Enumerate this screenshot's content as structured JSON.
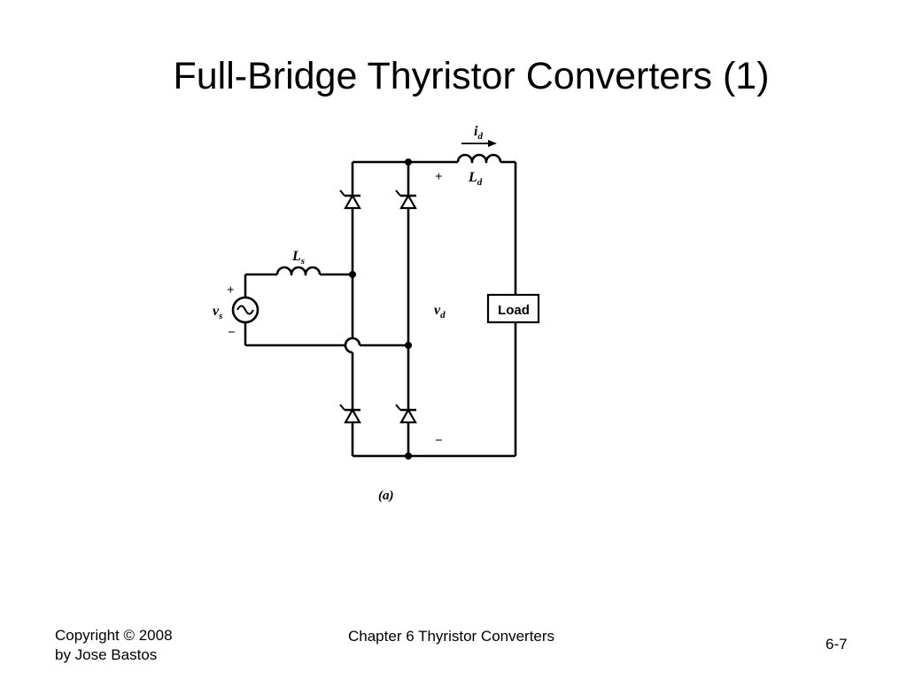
{
  "slide": {
    "title": "Full-Bridge Thyristor Converters (1)"
  },
  "circuit": {
    "labels": {
      "current": "i",
      "current_sub": "d",
      "inductor_d": "L",
      "inductor_d_sub": "d",
      "inductor_s": "L",
      "inductor_s_sub": "s",
      "source": "v",
      "source_sub": "s",
      "output_voltage": "v",
      "output_voltage_sub": "d",
      "plus_output": "+",
      "minus_output": "−",
      "plus_source": "+",
      "minus_source": "−",
      "load": "Load",
      "caption": "(a)"
    },
    "icons": {
      "thyristor": "thyristor-icon",
      "ac_source": "ac-source-icon",
      "inductor": "inductor-icon",
      "load": "load-box-icon"
    }
  },
  "footer": {
    "copyright_line1": "Copyright © 2008",
    "copyright_line2": "by Jose Bastos",
    "chapter": "Chapter 6 Thyristor Converters",
    "page": "6-7"
  },
  "colors": {
    "background": "#ffffff",
    "ink": "#000000"
  }
}
